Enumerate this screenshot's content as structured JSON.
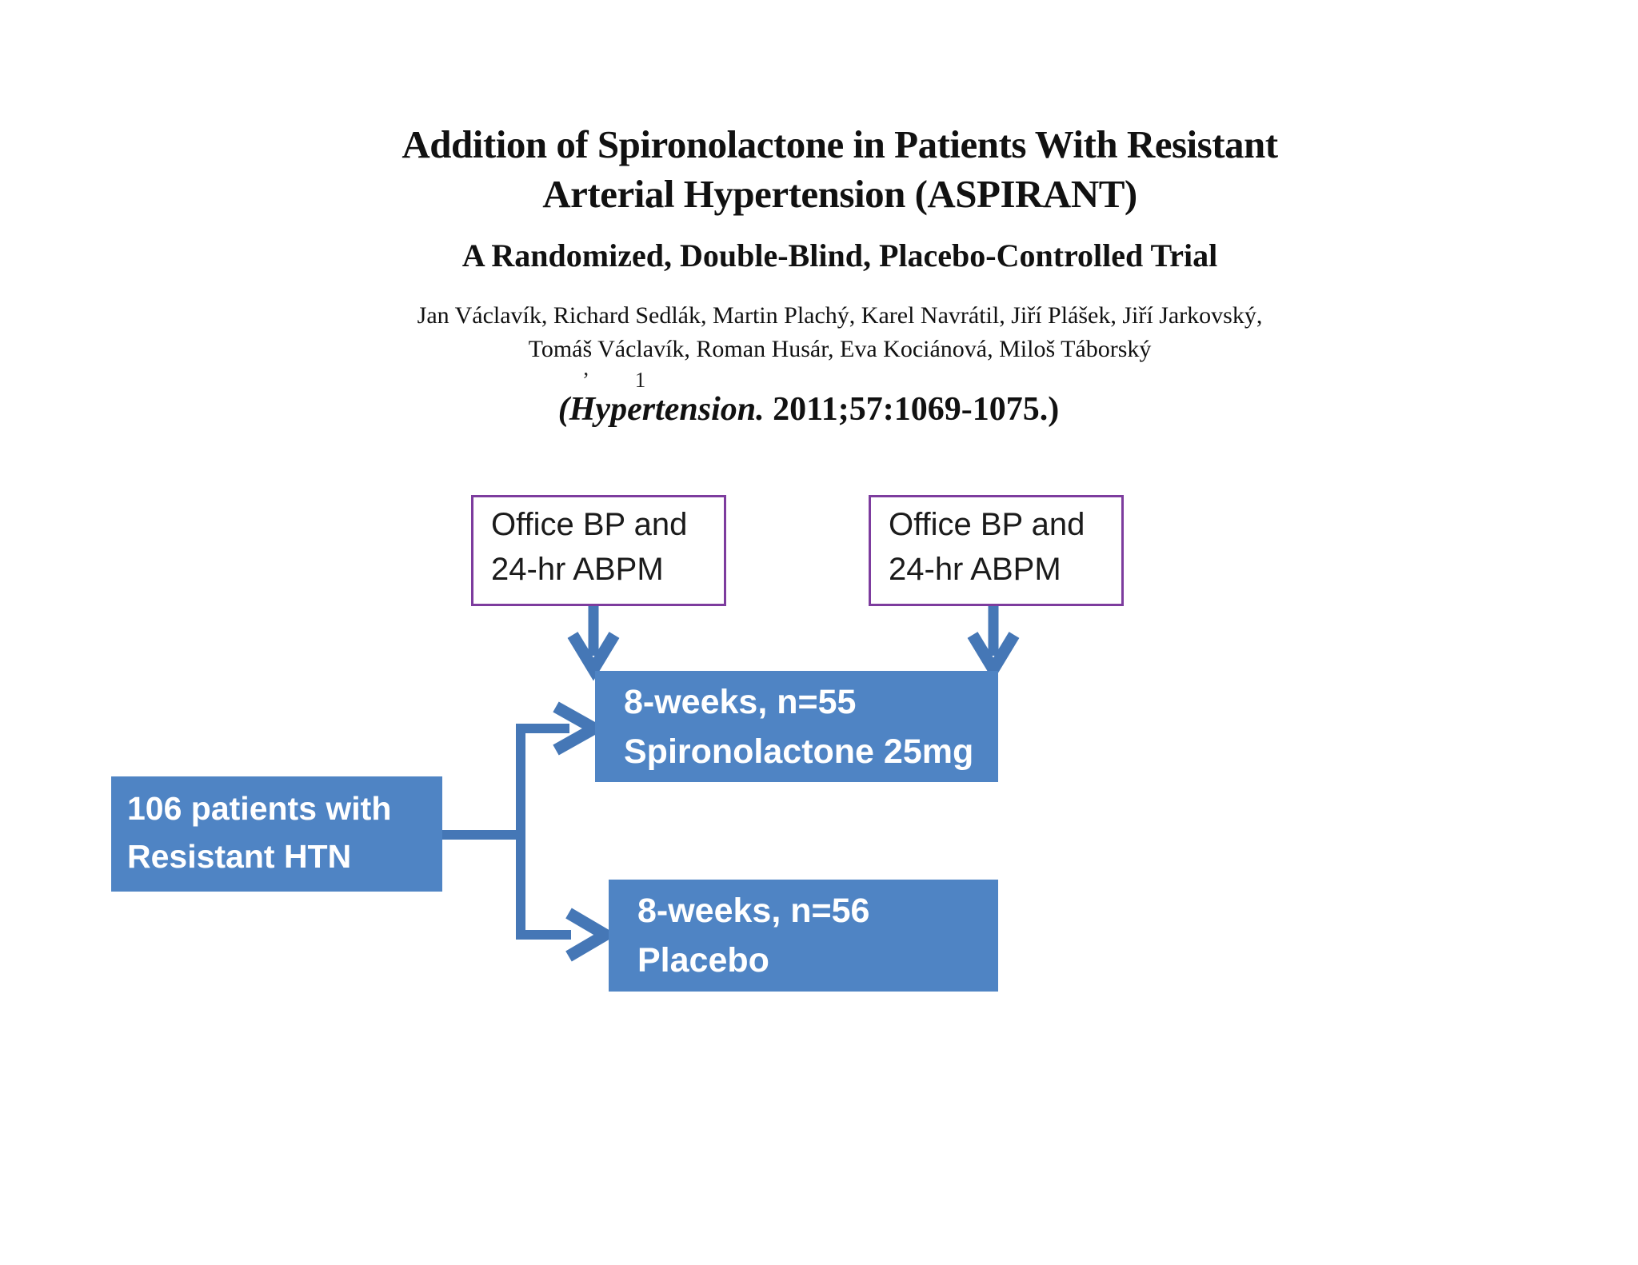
{
  "header": {
    "title_line1": "Addition of Spironolactone in Patients With Resistant",
    "title_line2": "Arterial Hypertension (ASPIRANT)",
    "subtitle": "A Randomized, Double-Blind, Placebo-Controlled Trial",
    "authors_line1": "Jan Václavík, Richard Sedlák, Martin Plachý, Karel Navrátil, Jiří Plášek, Jiří Jarkovský,",
    "authors_line2": "Tomáš Václavík, Roman Husár, Eva Kociánová, Miloš Táborský",
    "citation_journal": "(Hypertension.",
    "citation_rest": " 2011;57:1069-1075.)",
    "artifact_marks": "’ 1"
  },
  "diagram": {
    "office_bp_left": {
      "line1": "Office BP and",
      "line2": "24-hr ABPM"
    },
    "office_bp_right": {
      "line1": "Office BP and",
      "line2": "24-hr ABPM"
    },
    "patients_box": {
      "line1": "106 patients with",
      "line2": "Resistant HTN"
    },
    "spironolactone_box": {
      "line1": "8-weeks, n=55",
      "line2": "Spironolactone 25mg"
    },
    "placebo_box": {
      "line1": "8-weeks, n=56",
      "line2": "Placebo"
    }
  },
  "colors": {
    "box_blue": "#4f84c4",
    "arrow_blue": "#4577b6",
    "purple_border": "#7d3c9e"
  }
}
